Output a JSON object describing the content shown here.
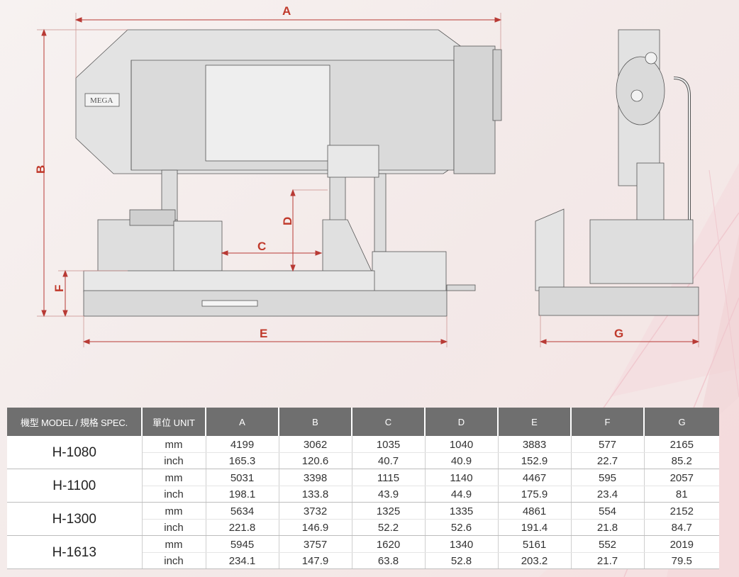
{
  "drawing": {
    "logo": "MEGA",
    "dims": {
      "A": "A",
      "B": "B",
      "C": "C",
      "D": "D",
      "E": "E",
      "F": "F",
      "G": "G"
    }
  },
  "table": {
    "headers": {
      "model": "機型 MODEL / 規格 SPEC.",
      "unit": "單位 UNIT",
      "cols": [
        "A",
        "B",
        "C",
        "D",
        "E",
        "F",
        "G"
      ]
    },
    "rows": [
      {
        "model": "H-1080",
        "mm": {
          "unit": "mm",
          "values": [
            "4199",
            "3062",
            "1035",
            "1040",
            "3883",
            "577",
            "2165"
          ]
        },
        "inch": {
          "unit": "inch",
          "values": [
            "165.3",
            "120.6",
            "40.7",
            "40.9",
            "152.9",
            "22.7",
            "85.2"
          ]
        }
      },
      {
        "model": "H-1100",
        "mm": {
          "unit": "mm",
          "values": [
            "5031",
            "3398",
            "1115",
            "1140",
            "4467",
            "595",
            "2057"
          ]
        },
        "inch": {
          "unit": "inch",
          "values": [
            "198.1",
            "133.8",
            "43.9",
            "44.9",
            "175.9",
            "23.4",
            "81"
          ]
        }
      },
      {
        "model": "H-1300",
        "mm": {
          "unit": "mm",
          "values": [
            "5634",
            "3732",
            "1325",
            "1335",
            "4861",
            "554",
            "2152"
          ]
        },
        "inch": {
          "unit": "inch",
          "values": [
            "221.8",
            "146.9",
            "52.2",
            "52.6",
            "191.4",
            "21.8",
            "84.7"
          ]
        }
      },
      {
        "model": "H-1613",
        "mm": {
          "unit": "mm",
          "values": [
            "5945",
            "3757",
            "1620",
            "1340",
            "5161",
            "552",
            "2019"
          ]
        },
        "inch": {
          "unit": "inch",
          "values": [
            "234.1",
            "147.9",
            "63.8",
            "52.8",
            "203.2",
            "21.7",
            "79.5"
          ]
        }
      }
    ]
  }
}
